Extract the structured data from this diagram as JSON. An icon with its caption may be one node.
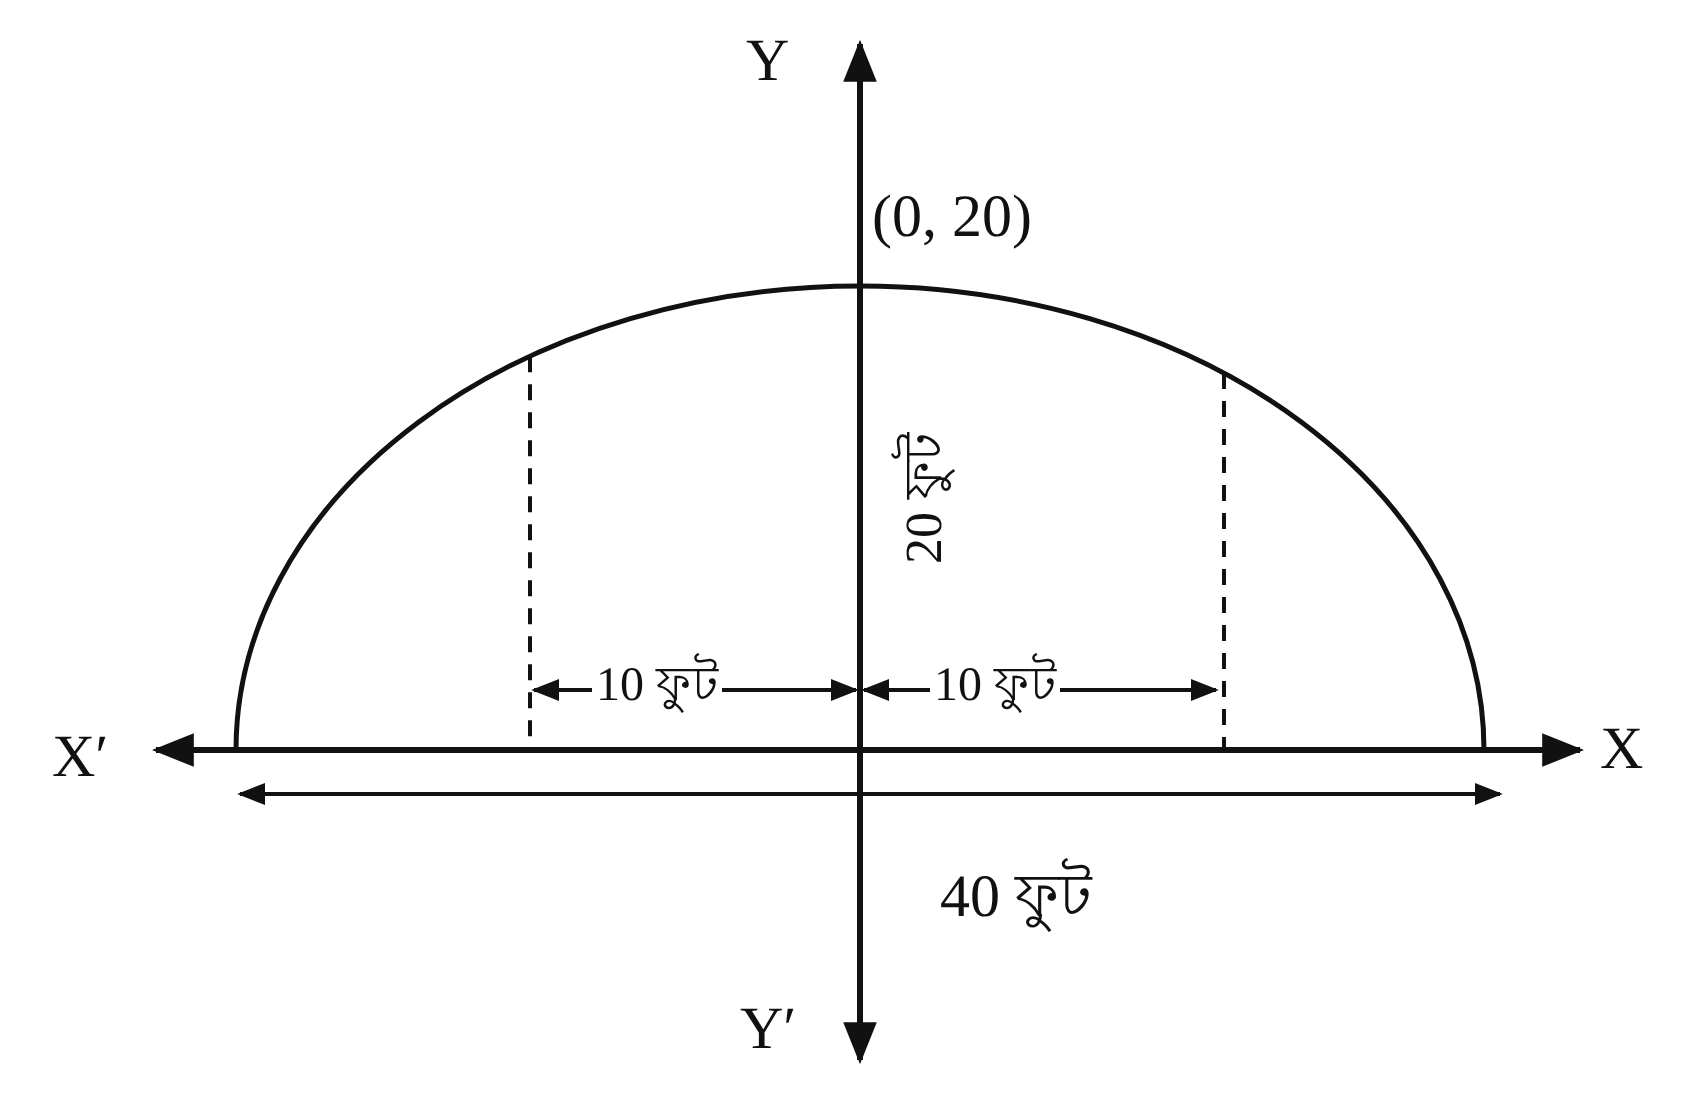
{
  "diagram": {
    "labels": [
      "Y",
      "(0, 20)",
      "20 ফুট",
      "X′",
      "10 ফুট",
      "10 ফুট",
      "X",
      "40 ফুট",
      "Y′"
    ]
  }
}
